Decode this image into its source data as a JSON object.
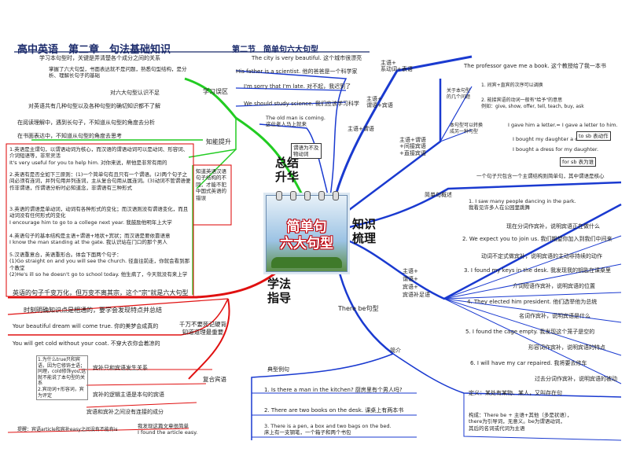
{
  "header": {
    "title": "高中英语　第二章　句法基础知识",
    "section": "第二节　简单句六大句型"
  },
  "center": {
    "title": "简单句\n六大句型"
  },
  "branches": {
    "summary": "总结\n升华",
    "knowledge": "知识\n梳理",
    "method": "学法\n指导"
  },
  "left": {
    "study_misc_label": "学习误区",
    "study_misc_lines": [
      "学习本句型时，关键是弄清楚各个成分之间的关系",
      "掌握了六大句型，书面表达就不是问题，熟悉句型结构，是分析、理解长句子的基础",
      "对六大句型认识不足",
      "对英语共有几种句型以及各种句型的确切知识都不了解",
      "在阅读理解中，遇到长句子，不知道从句型的角度去分析",
      "在书面表达中，不知道从句型的角度去思考"
    ],
    "ability_label": "知能提升",
    "ability_blocks": [
      "1.英语是主谓句，以谓语动词为核心，而汉语的谓语动词可以是动词、形容词、介词短语等，非常灵活\nIt's very useful for you to help him. 对你来说，帮他是非常有用的",
      "2.英语有是否全如下三原则：(1)一个简单句有且只有一个谓语。(2)两个句子之间必须有连词，并列句用并列连词，主从复合句用从属连词。(3)动词不管谓语便作非谓语，作谓语分析时必知道念，非谓语有三种形式",
      "3.英语的谓语是单动词，动词有各种形式的变化；而汉语则没有谓语变化，而且动词没有任何形式的变化\nI encourage him to go to a college next year. 我鼓励他明年上大学",
      "4.英语句子的基本结构是主语+谓语+地状+宾状；而汉语是要依靠语意\nI know the man standing at the gate. 我认识站在门口的那个男人",
      "5.汉语重意合，英语重形合。体会下面两个句子：\n(1)Go straight on and you will see the church. 径直往前走，你就会看到那个教堂\n(2)He's ill so he doesn't go to school today. 他生病了，今天就没有来上学"
    ],
    "side_note": "知道英语汉语句子结构的不同，才能不犯中国式英语的错误",
    "method_lines": [
      "英语的句子千变万化，但万变不离其宗，这个\"宗\"就是六大句型",
      "时刻明确知识点是相通的，要学会发现特点并总结",
      "Your beautiful dream will come true. 你的美梦会成真的",
      "You will get cold without your coat. 不穿大衣你会着凉的"
    ],
    "dont_forget": "千万不要死记硬背\n知道道理最重要",
    "complex_obj_label": "复合宾语",
    "complex_obj_lines": [
      "宾补只和宾语发生关系",
      "宾补的逻辑主语是本句的宾语",
      "宾语和宾补之间没有连接的成分"
    ],
    "complex_obj_note": "1.为什么true只和宾语，因为它修饰主语；同理，cold修饰you,这就不能说了本句型的关系\n2.宾动词+形容词，宾为评定",
    "bottom_note": "提醒：宾语article和宾补easy之间没有不能有is",
    "bottom_example": "我发现这篇文章很简单\nI found the article easy."
  },
  "top_mid": {
    "examples": [
      "The city is very beautiful. 这个城市很漂亮",
      "His father is a scientist. 他的爸爸是一个科学家",
      "I'm sorry that I'm late. 对不起，我迟到了",
      "We should study science. 我们应该学习科学",
      "The old man is coming.\n这位老人马上就来"
    ],
    "labels": {
      "link": "主语+\n系动词+表语",
      "svo": "主语+\n谓语+宾语",
      "sv": "主语+谓语",
      "intrans": "谓语为不及\n物动词"
    }
  },
  "right": {
    "svoo_label": "主语+谓语\n+间接宾语\n+直接宾语",
    "top_example": "The professor gave me a book. 这个教授给了我一本书",
    "relations_label": "关于本句型\n的几个问题",
    "relations_lines": [
      "1. 间宾+直宾的次序可以调换",
      "2. 能接宾语的动词一般有\"给予\"的意思\n例如：give, show, offer, tell, teach, buy, ask"
    ],
    "convert_label": "本句型可以转换\n成另一种句型",
    "convert_lines": [
      "I gave him a letter.= I gave a letter to him.",
      "I bought my daughter a dress.",
      "I bought a dress for my daughter."
    ],
    "to_tag": "to sb 表动作",
    "for_tag": "for sb 表为谁",
    "overview_label": "简单句概述",
    "overview_text": "一个句子只包含一个主谓结构则简单句，其中谓语是核心",
    "complement_label": "主语+\n谓语+\n宾语+\n宾语补足语",
    "complement_items": [
      "1. I saw many people dancing in the park.\n我看见许多人在公园里跳舞",
      "现在分词作宾补，说明宾语正在做什么",
      "2. We expect you to join us. 我们期望你加入到我们中间来",
      "动词不定式做宾补，说明宾语的主动非持续的动作",
      "3. I found my keys in the desk. 我发现我的钥匙在课桌里",
      "介词短语作宾补，说明宾语的位置",
      "4. They elected him president. 他们选举他为总统",
      "名词作宾补，说明宾语是什么",
      "5. I found the cage empty. 我发现这个笼子是空的",
      "形容词作宾补，说明宾语的特点",
      "6. I will have my car repaired. 我将要去修车",
      "过去分词作宾补，说明宾语的被动"
    ],
    "there_be_label": "There be句型",
    "intro_label": "简介",
    "definition": "定义：某处有某物、某人，又叫存在句",
    "structure": "构成：There be + 主语+其他（多是状语），\nthere为引导词，无意义。be为谓语动词，\n其后的名词或代词为主语"
  },
  "bottom_mid": {
    "label": "典型例句",
    "items": [
      "1. Is there  a man in the kitchen? 厨房里有个男人吗?",
      "2. There are two books on the desk.  课桌上有两本书",
      "3. There is a pen, a box and  two bags on the bed.\n床上有一支钢笔，一个箱子和两个书包"
    ]
  }
}
